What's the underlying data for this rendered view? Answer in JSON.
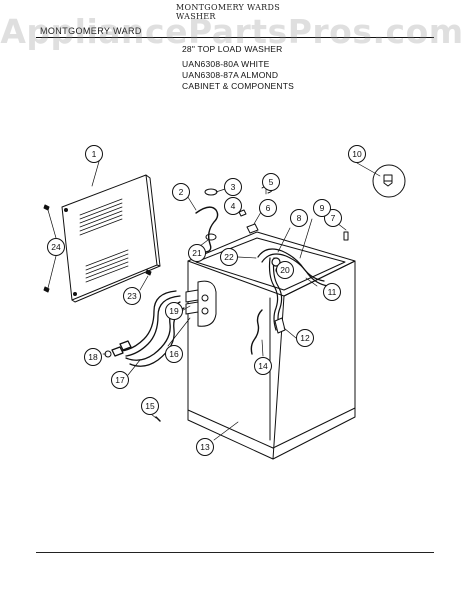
{
  "header": {
    "brand_top": "MONTGOMERY WARDS",
    "category": "WASHER",
    "brand_left": "MONTGOMERY WARD",
    "title_lines": [
      "28\" TOP LOAD WASHER",
      "UAN6308-80A WHITE",
      "UAN6308-87A ALMOND",
      "CABINET & COMPONENTS"
    ]
  },
  "watermark": "AppliancePartsPros.com",
  "callouts": [
    "1",
    "2",
    "3",
    "4",
    "5",
    "6",
    "7",
    "8",
    "9",
    "10",
    "11",
    "12",
    "13",
    "14",
    "15",
    "16",
    "17",
    "18",
    "19",
    "20",
    "21",
    "22",
    "23",
    "24"
  ],
  "colors": {
    "ink": "#111111",
    "paper": "#ffffff",
    "watermark": "#8c8c8c"
  }
}
